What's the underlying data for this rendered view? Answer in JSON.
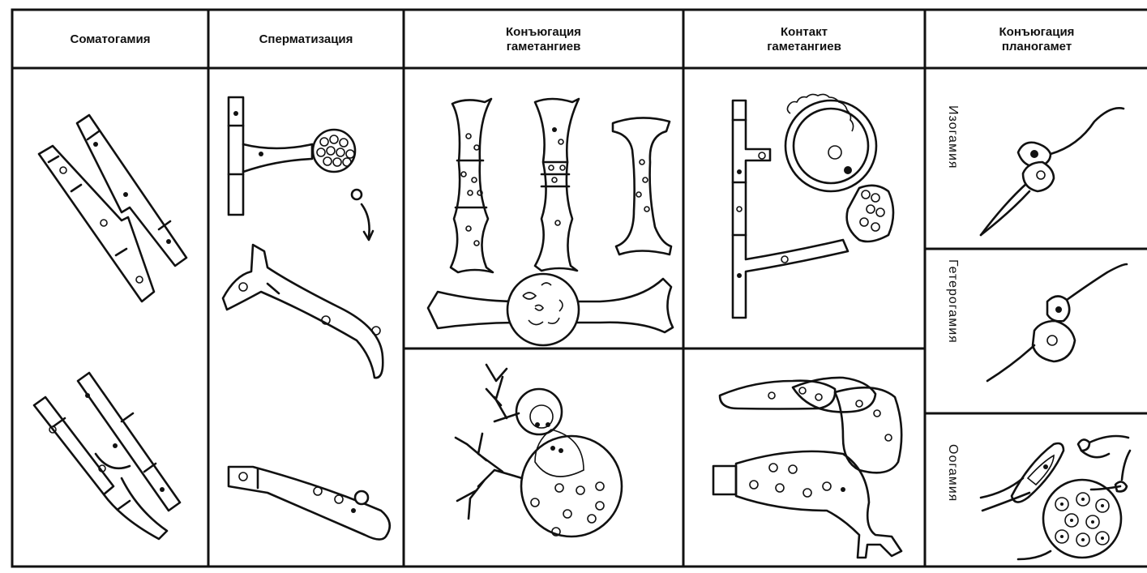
{
  "columns": [
    {
      "id": "somatogamy",
      "lines": [
        "Соматогамия"
      ]
    },
    {
      "id": "spermatization",
      "lines": [
        "Спермати­зация"
      ]
    },
    {
      "id": "gametangia-conjugation",
      "lines": [
        "Конъюгация",
        "гаметангиев"
      ]
    },
    {
      "id": "gametangia-contact",
      "lines": [
        "Контакт",
        "гаметангиев"
      ]
    },
    {
      "id": "planogamete-conjugation",
      "lines": [
        "Конъюгация",
        "планогамет"
      ]
    }
  ],
  "planogamete_rows": [
    "Изогамия",
    "Гетерогамия",
    "Оогамия"
  ]
}
